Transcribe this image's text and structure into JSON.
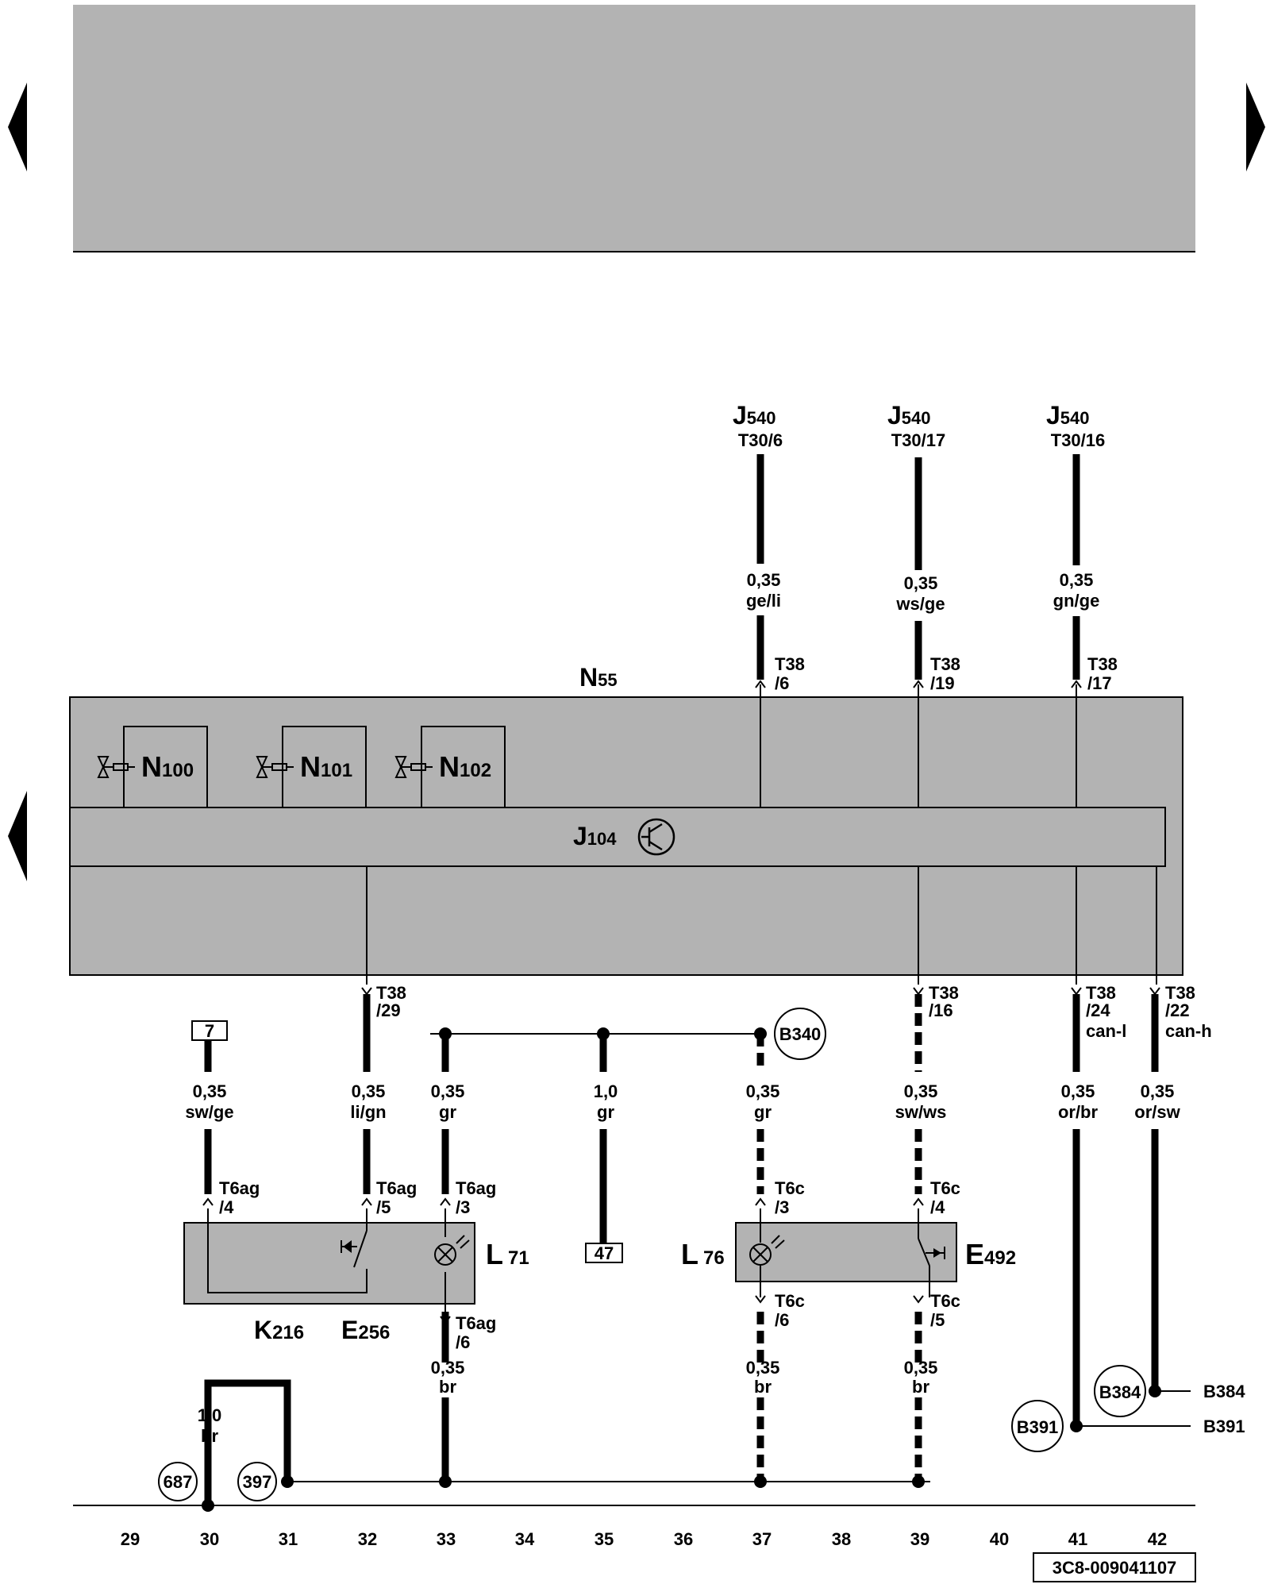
{
  "navigation": {
    "prev_label": "◀",
    "next_label": "▶"
  },
  "components": {
    "N55": {
      "main": "N",
      "sub": "55"
    },
    "N100": {
      "main": "N",
      "sub": "100"
    },
    "N101": {
      "main": "N",
      "sub": "101"
    },
    "N102": {
      "main": "N",
      "sub": "102"
    },
    "J104": {
      "main": "J",
      "sub": "104"
    },
    "L71": {
      "main": "L",
      "sub": "71"
    },
    "L76": {
      "main": "L",
      "sub": "76"
    },
    "E492": {
      "main": "E",
      "sub": "492"
    },
    "K216": {
      "main": "K",
      "sub": "216"
    },
    "E256": {
      "main": "E",
      "sub": "256"
    }
  },
  "j540": [
    {
      "main": "J",
      "sub": "540",
      "pin": "T30/6"
    },
    {
      "main": "J",
      "sub": "540",
      "pin": "T30/17"
    },
    {
      "main": "J",
      "sub": "540",
      "pin": "T30/16"
    }
  ],
  "wires": {
    "w6": {
      "size": "0,35",
      "color": "ge/li"
    },
    "w19": {
      "size": "0,35",
      "color": "ws/ge"
    },
    "w17": {
      "size": "0,35",
      "color": "gn/ge"
    },
    "w30": {
      "size": "0,35",
      "color": "sw/ge"
    },
    "w32": {
      "size": "0,35",
      "color": "li/gn"
    },
    "w33": {
      "size": "0,35",
      "color": "gr"
    },
    "w35": {
      "size": "1,0",
      "color": "gr"
    },
    "w37": {
      "size": "0,35",
      "color": "gr"
    },
    "w39": {
      "size": "0,35",
      "color": "sw/ws"
    },
    "w41": {
      "size": "0,35",
      "color": "or/br"
    },
    "w42": {
      "size": "0,35",
      "color": "or/sw"
    },
    "w33b": {
      "size": "0,35",
      "color": "br"
    },
    "w37b": {
      "size": "0,35",
      "color": "br"
    },
    "w39b": {
      "size": "0,35",
      "color": "br"
    },
    "w30b": {
      "size": "1,0",
      "color": "br"
    }
  },
  "connectors": {
    "t38_6": {
      "a": "T38",
      "b": "/6"
    },
    "t38_19": {
      "a": "T38",
      "b": "/19"
    },
    "t38_17": {
      "a": "T38",
      "b": "/17"
    },
    "t38_29": {
      "a": "T38",
      "b": "/29"
    },
    "t38_16": {
      "a": "T38",
      "b": "/16"
    },
    "t38_24": {
      "a": "T38",
      "b": "/24",
      "c": "can-l"
    },
    "t38_22": {
      "a": "T38",
      "b": "/22",
      "c": "can-h"
    },
    "t6ag_4": {
      "a": "T6ag",
      "b": "/4"
    },
    "t6ag_5": {
      "a": "T6ag",
      "b": "/5"
    },
    "t6ag_3": {
      "a": "T6ag",
      "b": "/3"
    },
    "t6ag_6": {
      "a": "T6ag",
      "b": "/6"
    },
    "t6c_3": {
      "a": "T6c",
      "b": "/3"
    },
    "t6c_4": {
      "a": "T6c",
      "b": "/4"
    },
    "t6c_6": {
      "a": "T6c",
      "b": "/6"
    },
    "t6c_5": {
      "a": "T6c",
      "b": "/5"
    }
  },
  "boxes": {
    "ref7": "7",
    "ref47": "47"
  },
  "circles": {
    "b340": "B340",
    "b384": "B384",
    "b391": "B391",
    "c687": "687",
    "c397": "397"
  },
  "outputs": {
    "b384": "B384",
    "b391": "B391"
  },
  "tracks": [
    "29",
    "30",
    "31",
    "32",
    "33",
    "34",
    "35",
    "36",
    "37",
    "38",
    "39",
    "40",
    "41",
    "42"
  ],
  "diagram_id": "3C8-009041107"
}
